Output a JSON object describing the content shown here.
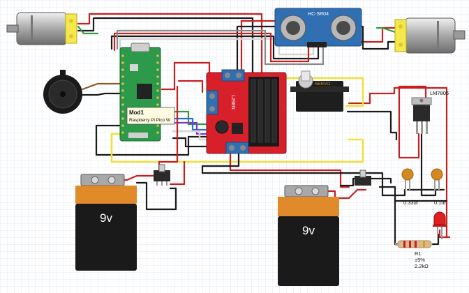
{
  "parts": {
    "ultrasonic_label": "HC-SR04",
    "servo_label": "SERVO",
    "driver_label": "L298N",
    "pico_tooltip_title": "Mod1",
    "pico_tooltip_subtitle": "Raspberry Pi Pico W",
    "regulator_label": "LM7805",
    "cap1_label": "0.33uf",
    "cap2_label": "0.1uf",
    "resistor_name": "R1",
    "resistor_tolerance": "±5%",
    "resistor_value": "2.2kΩ",
    "battery_left_label": "9v",
    "battery_right_label": "9v"
  },
  "colors": {
    "grid": "#dfe8f2",
    "wire_red": "#c81e1e",
    "wire_black": "#1a1a1a",
    "wire_yellow": "#f2e03a",
    "wire_green": "#2e9a3c",
    "wire_white": "#e6e6e6",
    "wire_blue": "#2a6bd6",
    "wire_purple": "#7a3ac2",
    "wire_brown": "#8a5a2a",
    "driver_red": "#d8202a",
    "pico_green": "#2c9a4a",
    "sensor_blue": "#2f6fb2",
    "battery_orange": "#e08a2a"
  }
}
